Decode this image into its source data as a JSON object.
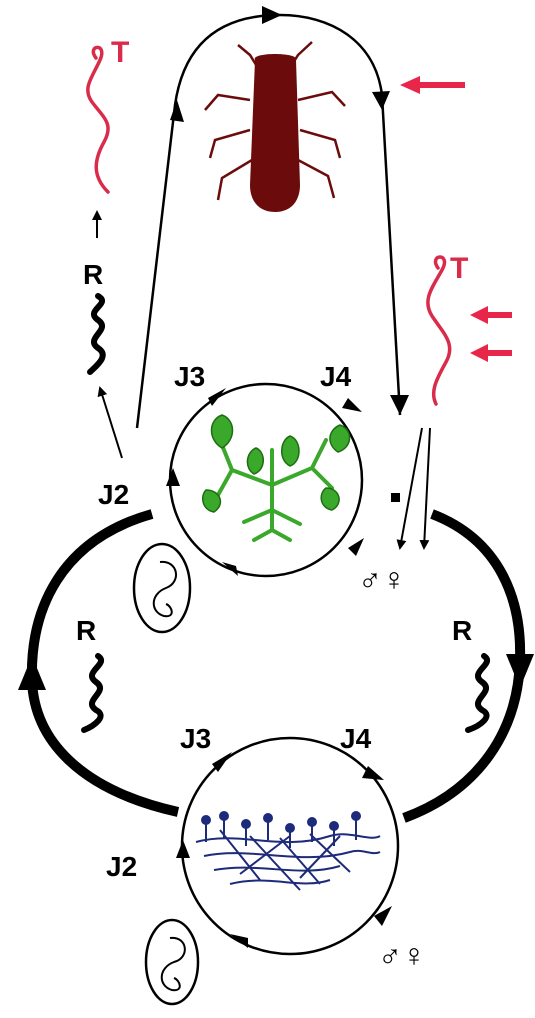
{
  "labels": {
    "t_top": "T",
    "t_right": "T",
    "r_top": "R",
    "r_left": "R",
    "r_right": "R",
    "j3_upper": "J3",
    "j4_upper": "J4",
    "j2_upper": "J2",
    "sex_upper": "♂♀",
    "j3_lower": "J3",
    "j4_lower": "J4",
    "j2_lower": "J2",
    "sex_lower": "♂♀"
  },
  "colors": {
    "accent_red": "#d92b4a",
    "beetle": "#6b0b0b",
    "plant": "#3aa82a",
    "fungus": "#1e2a7a",
    "ink": "#000000"
  },
  "icons": {
    "beetle": "beetle-icon",
    "plant": "plant-icon",
    "fungus": "fungal-mycelium-icon",
    "egg": "egg-icon",
    "worm": "nematode-icon"
  }
}
